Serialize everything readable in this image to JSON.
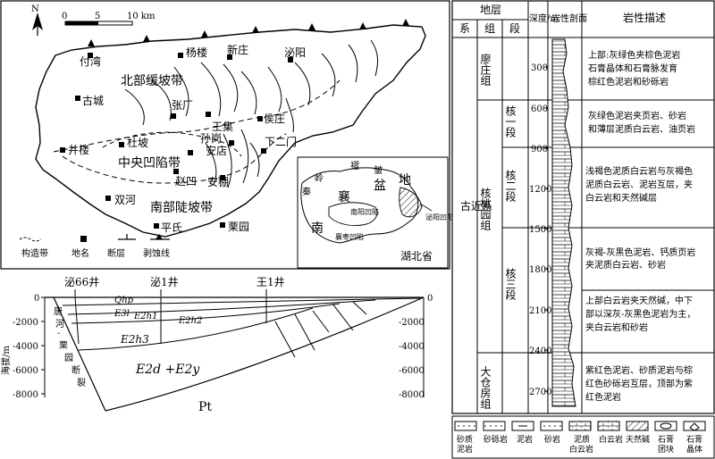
{
  "map": {
    "north": "N",
    "scale": {
      "zero": "0",
      "mid": "5",
      "end": "10 km"
    },
    "zones": {
      "north_slope": "北部缓坡带",
      "central_sag": "中央凹陷带",
      "south_slope": "南部陡坡带"
    },
    "places": [
      "付湾",
      "杨楼",
      "新庄",
      "泌阳",
      "古城",
      "张厂",
      "王集",
      "赵凹",
      "安棚",
      "侯庄",
      "孙岗",
      "杜坡",
      "安店",
      "下二门",
      "井楼",
      "双河",
      "平氏",
      "栗园"
    ],
    "legend": {
      "structural_zone": "构造带",
      "place": "地名",
      "fault": "断层",
      "erosion": "剥蚀线"
    }
  },
  "inset": {
    "labels": [
      "岭",
      "褶",
      "皱",
      "秦",
      "襄",
      "盆",
      "地",
      "南阳凹陷",
      "泌阳凹陷",
      "南",
      "襄枣凹陷",
      "湖北省"
    ]
  },
  "section": {
    "wells": [
      "泌66井",
      "泌1井",
      "王1井"
    ],
    "depth_axis_title": "海拔/m",
    "left_ticks": [
      "0",
      "-2000",
      "-4000",
      "-6000",
      "-8000"
    ],
    "right_ticks": [
      "0",
      "-2000",
      "-4000",
      "-6000",
      "-8000"
    ],
    "layers": {
      "qhp": "Qhp",
      "e3l": "E3l",
      "e2h1": "E2h1",
      "e2h2": "E2h2",
      "e2h3": "E2h3",
      "e2d_e2y": "E2d +E2y",
      "pt": "Pt"
    },
    "fault_name": [
      "唐",
      "河",
      "-",
      "栗",
      "园",
      "断",
      "裂"
    ]
  },
  "column": {
    "headers": {
      "strata": "地层",
      "system": "系",
      "group": "组",
      "member": "段",
      "depth": "深度/m",
      "lithology": "岩性剖面",
      "description": "岩性描述"
    },
    "system_name": "古近系",
    "groups": {
      "liaozhuang": "廖庄组",
      "hetaoyuan": "核桃园组",
      "dacangfang": "大仓房组"
    },
    "members": {
      "m1": "核一段",
      "m2": "核二段",
      "m3": "核三段"
    },
    "depth_ticks": [
      "300",
      "600",
      "900",
      "1200",
      "1500",
      "1800",
      "2100",
      "2400",
      "2700"
    ],
    "descriptions": [
      [
        "上部:灰绿色夹棕色泥岩",
        "石膏晶体和石膏脉发育",
        "棕红色泥岩和砂砾岩"
      ],
      [
        "灰绿色泥岩夹页岩、砂岩",
        "和薄层泥质白云岩、油页岩"
      ],
      [
        "浅褐色泥质白云岩与灰褐色",
        "泥质白云岩、泥岩互层，夹",
        "白云岩和天然碱层"
      ],
      [
        "灰褐-灰黑色泥岩、钙质页岩",
        "夹泥质白云岩、砂岩"
      ],
      [
        "上部白云岩夹天然碱，中下",
        "部以深灰-灰黑色泥岩为主，",
        "夹白云岩和砂岩"
      ],
      [
        "紫红色泥岩、砂质泥岩与棕",
        "红色砂砾岩互层，顶部为紫",
        "红色泥岩"
      ]
    ]
  },
  "legend_bottom": [
    [
      "砂质",
      "泥岩"
    ],
    [
      "砂砾岩"
    ],
    [
      "泥岩"
    ],
    [
      "砂岩"
    ],
    [
      "泥质",
      "白云岩"
    ],
    [
      "白云岩"
    ],
    [
      "天然碱"
    ],
    [
      "石膏",
      "团块"
    ],
    [
      "石膏",
      "晶体"
    ]
  ]
}
